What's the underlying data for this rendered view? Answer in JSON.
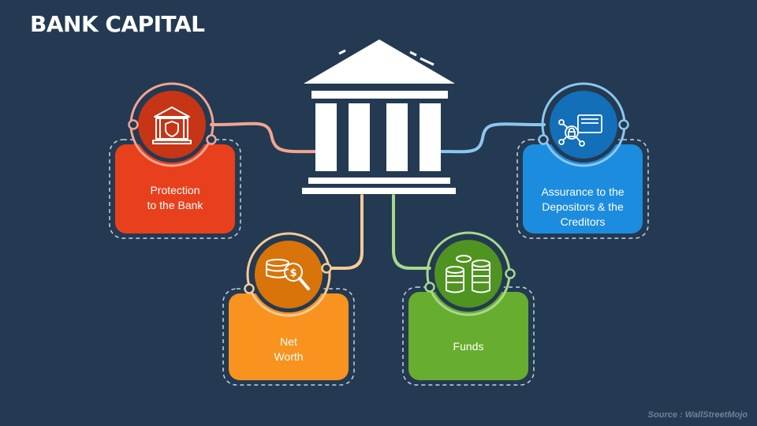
{
  "title": "BANK CAPITAL",
  "source": "Source : WallStreetMojo",
  "center_icon": "bank-building-icon",
  "cards": [
    {
      "label": "Protection\nto the Bank",
      "icon": "bank-shield-icon",
      "color": "#e8401c",
      "circle_color": "#c53516",
      "connector_color": "#f2a493"
    },
    {
      "label": "Net\nWorth",
      "icon": "money-search-icon",
      "color": "#f7931e",
      "circle_color": "#d8740a",
      "connector_color": "#f9c996"
    },
    {
      "label": "Funds",
      "icon": "coin-stacks-icon",
      "color": "#67ad2f",
      "circle_color": "#4f9420",
      "connector_color": "#a9d88a"
    },
    {
      "label": "Assurance to the\nDepositors & the\nCreditors",
      "icon": "secure-network-icon",
      "color": "#1c8cde",
      "circle_color": "#136fb8",
      "connector_color": "#8cc7f0"
    }
  ]
}
